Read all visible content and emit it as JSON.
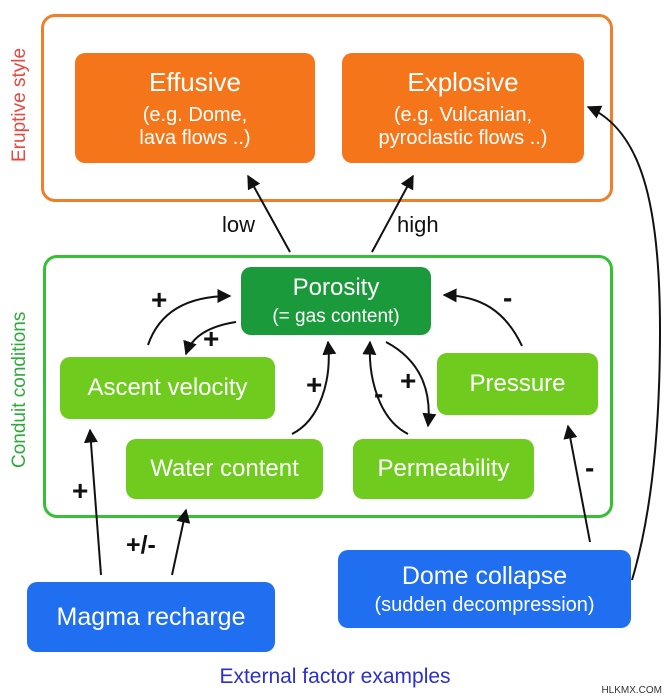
{
  "sections": {
    "eruptive": {
      "label": "Eruptive style",
      "color": "#e8473f",
      "border": "#f07f2a"
    },
    "conduit": {
      "label": "Conduit conditions",
      "color": "#2eaa3a",
      "border": "#35c035"
    },
    "external": {
      "label": "External factor examples",
      "color": "#2b2fd0"
    }
  },
  "boxes": {
    "effusive": {
      "title": "Effusive",
      "line1": "(e.g. Dome,",
      "line2": "lava flows ..)"
    },
    "explosive": {
      "title": "Explosive",
      "line1": "(e.g. Vulcanian,",
      "line2": "pyroclastic flows ..)"
    },
    "porosity": {
      "title": "Porosity",
      "sub": "(= gas content)"
    },
    "ascent_velocity": {
      "title": "Ascent velocity"
    },
    "water_content": {
      "title": "Water content"
    },
    "permeability": {
      "title": "Permeability"
    },
    "pressure": {
      "title": "Pressure"
    },
    "magma_recharge": {
      "title": "Magma recharge"
    },
    "dome_collapse": {
      "title": "Dome collapse",
      "sub": "(sudden decompression)"
    }
  },
  "edge_labels": {
    "low": "low",
    "high": "high",
    "plus": "+",
    "minus": "-",
    "plus_minus": "+/-"
  },
  "colors": {
    "orange": "#f5761a",
    "dark_green": "#1a9a3a",
    "light_green": "#6fcc1e",
    "blue": "#1f6ff0"
  },
  "watermark": "HLKMX.COM"
}
